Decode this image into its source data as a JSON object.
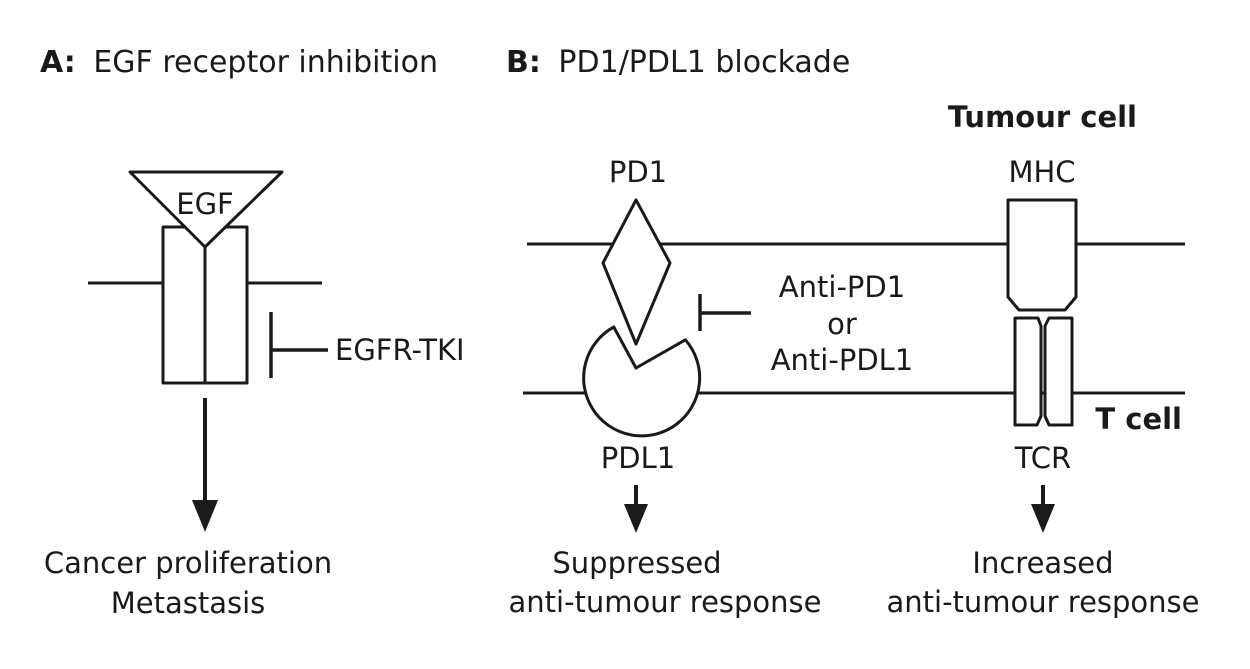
{
  "panel_a": {
    "prefix": "A:",
    "title": "EGF receptor inhibition",
    "ligand_label": "EGF",
    "inhibitor_label": "EGFR-TKI",
    "outcome_line1": "Cancer proliferation",
    "outcome_line2": "Metastasis"
  },
  "panel_b": {
    "prefix": "B:",
    "title": "PD1/PDL1 blockade",
    "tumour_cell_label": "Tumour cell",
    "t_cell_label": "T cell",
    "pd1_label": "PD1",
    "pdl1_label": "PDL1",
    "mhc_label": "MHC",
    "tcr_label": "TCR",
    "inhibitor_line1": "Anti-PD1",
    "inhibitor_line2": "or",
    "inhibitor_line3": "Anti-PDL1",
    "outcome_left_line1": "Suppressed",
    "outcome_left_line2": "anti-tumour response",
    "outcome_right_line1": "Increased",
    "outcome_right_line2": "anti-tumour response"
  },
  "colors": {
    "ink": "#1a1a1a",
    "background": "#ffffff"
  }
}
